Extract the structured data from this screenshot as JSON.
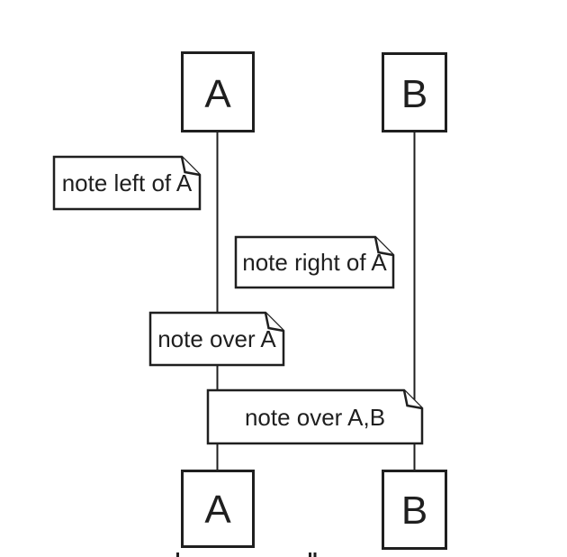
{
  "diagram": {
    "type": "uml-sequence-diagram",
    "actors": {
      "a": "A",
      "b": "B"
    },
    "notes": {
      "left_of_a": "note left of A",
      "right_of_a": "note right of A",
      "over_a": "note over A",
      "over_ab": "note over A,B"
    }
  },
  "colors": {
    "stroke": "#1f1f1f",
    "note_fill": "#ffffff",
    "background": "#ffffff"
  }
}
